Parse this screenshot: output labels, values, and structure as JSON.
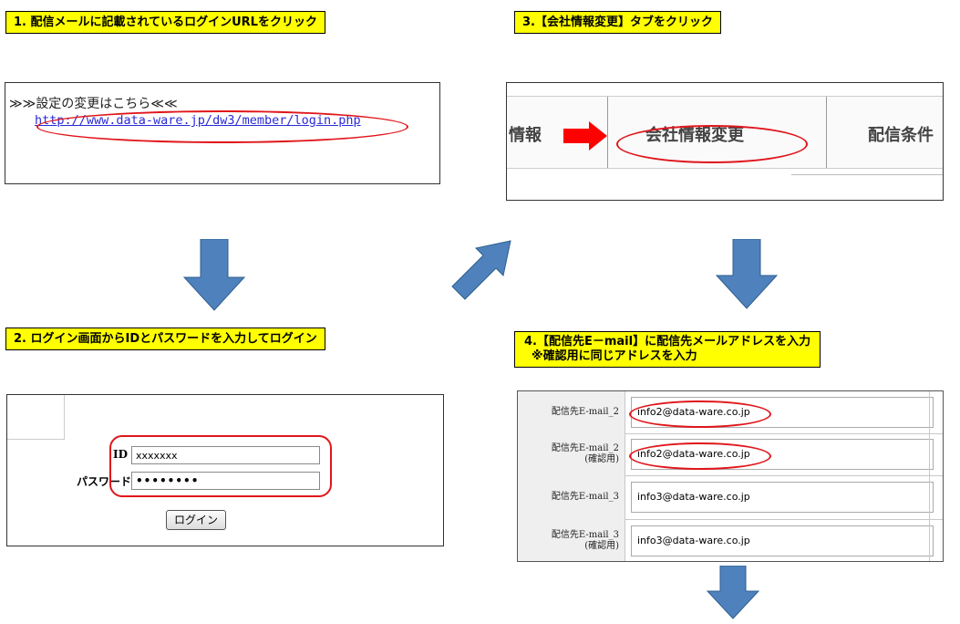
{
  "steps": {
    "step1": "1. 配信メールに記載されているログインURLをクリック",
    "step2": "2. ログイン画面からIDとパスワードを入力してログイン",
    "step3": "3.【会社情報変更】タブをクリック",
    "step4_line1": "4.【配信先E－mail】に配信先メールアドレスを入力",
    "step4_line2": "※確認用に同じアドレスを入力"
  },
  "email_panel": {
    "heading": "≫≫設定の変更はこちら≪≪",
    "link": "http://www.data-ware.jp/dw3/member/login.php"
  },
  "tabs_panel": {
    "left_tab": "情報",
    "active_tab": "会社情報変更",
    "right_tab": "配信条件"
  },
  "login_panel": {
    "id_label": "ID",
    "id_value": "xxxxxxx",
    "password_label": "パスワード",
    "password_value": "••••••••",
    "login_button": "ログイン"
  },
  "mail_form": {
    "rows": [
      {
        "label": "配信先E-mail_2",
        "sub": "",
        "value": "info2@data-ware.co.jp"
      },
      {
        "label": "配信先E-mail_2",
        "sub": "(確認用)",
        "value": "info2@data-ware.co.jp"
      },
      {
        "label": "配信先E-mail_3",
        "sub": "",
        "value": "info3@data-ware.co.jp"
      },
      {
        "label": "配信先E-mail_3",
        "sub": "(確認用)",
        "value": "info3@data-ware.co.jp"
      }
    ]
  },
  "colors": {
    "arrow_blue": "#4f81bd",
    "highlight_red": "#e0161b",
    "label_yellow": "#ffff00"
  }
}
